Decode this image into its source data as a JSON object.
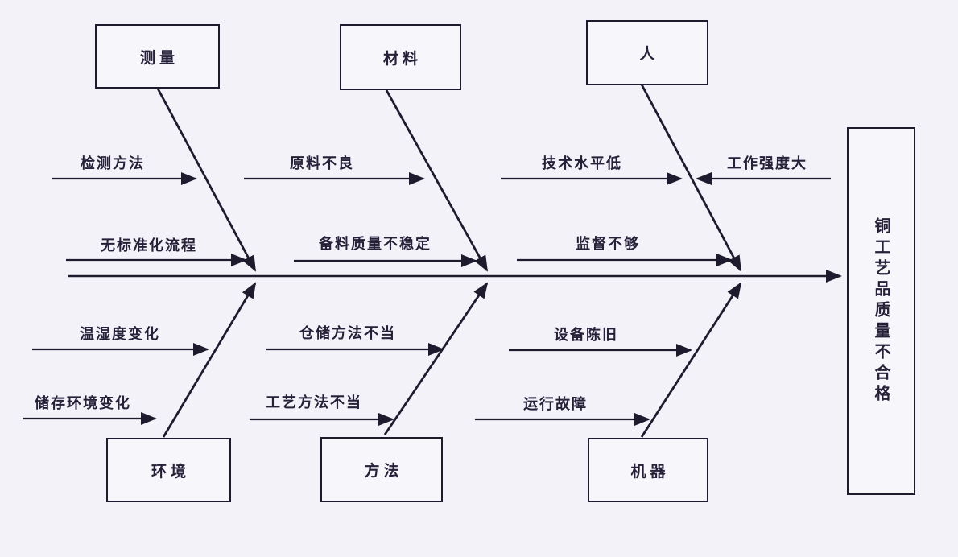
{
  "diagram": {
    "type": "fishbone",
    "effect": {
      "label": "铜工艺品质量不合格"
    },
    "categories": [
      {
        "id": "measurement",
        "label": "测量",
        "position": "top"
      },
      {
        "id": "material",
        "label": "材料",
        "position": "top"
      },
      {
        "id": "people",
        "label": "人",
        "position": "top"
      },
      {
        "id": "environment",
        "label": "环境",
        "position": "bottom"
      },
      {
        "id": "method",
        "label": "方法",
        "position": "bottom"
      },
      {
        "id": "machine",
        "label": "机器",
        "position": "bottom"
      }
    ],
    "causes": [
      {
        "label": "检测方法",
        "category": "测量",
        "arrow_direction": "right"
      },
      {
        "label": "原料不良",
        "category": "材料",
        "arrow_direction": "right"
      },
      {
        "label": "技术水平低",
        "category": "人",
        "arrow_direction": "right"
      },
      {
        "label": "工作强度大",
        "category": "人",
        "arrow_direction": "left"
      },
      {
        "label": "无标准化流程",
        "category": "测量",
        "arrow_direction": "right"
      },
      {
        "label": "备料质量不稳定",
        "category": "材料",
        "arrow_direction": "right"
      },
      {
        "label": "监督不够",
        "category": "人",
        "arrow_direction": "right"
      },
      {
        "label": "温湿度变化",
        "category": "环境",
        "arrow_direction": "right"
      },
      {
        "label": "仓储方法不当",
        "category": "方法",
        "arrow_direction": "right"
      },
      {
        "label": "设备陈旧",
        "category": "机器",
        "arrow_direction": "right"
      },
      {
        "label": "储存环境变化",
        "category": "环境",
        "arrow_direction": "right"
      },
      {
        "label": "工艺方法不当",
        "category": "方法",
        "arrow_direction": "right"
      },
      {
        "label": "运行故障",
        "category": "机器",
        "arrow_direction": "right"
      }
    ],
    "colors": {
      "line": "#1e1b2e",
      "text": "#262038",
      "background": "#f3f2f9",
      "box_background": "#f7f6fb"
    }
  }
}
